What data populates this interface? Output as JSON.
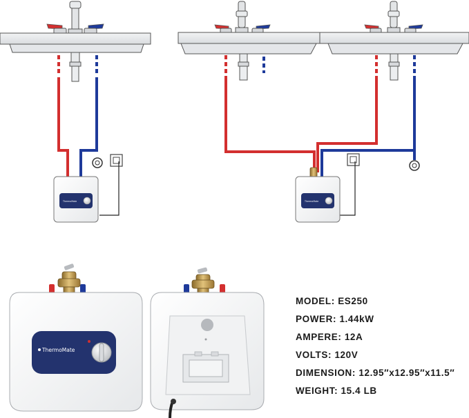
{
  "colors": {
    "hot_pipe": "#d32f2f",
    "cold_pipe": "#1e3a9a",
    "panel_navy": "#23336e",
    "heater_body": "#f4f5f4",
    "brass": "#c9a14a"
  },
  "brand": {
    "logo_text": "ThermoMate",
    "small_logo_text": "ThermoMate",
    "dial_icon": "thermostat-dial-icon"
  },
  "specs": [
    {
      "key": "model",
      "label": "MODEL: ",
      "value": "ES250"
    },
    {
      "key": "power",
      "label": "POWER: ",
      "value": "1.44kW"
    },
    {
      "key": "ampere",
      "label": "AMPERE: ",
      "value": "12A"
    },
    {
      "key": "volts",
      "label": "VOLTS: ",
      "value": "120V"
    },
    {
      "key": "dimension",
      "label": "DIMENSION: ",
      "value": "12.95″x12.95″x11.5″"
    },
    {
      "key": "weight",
      "label": "WEIGHT: ",
      "value": "15.4 LB"
    }
  ]
}
